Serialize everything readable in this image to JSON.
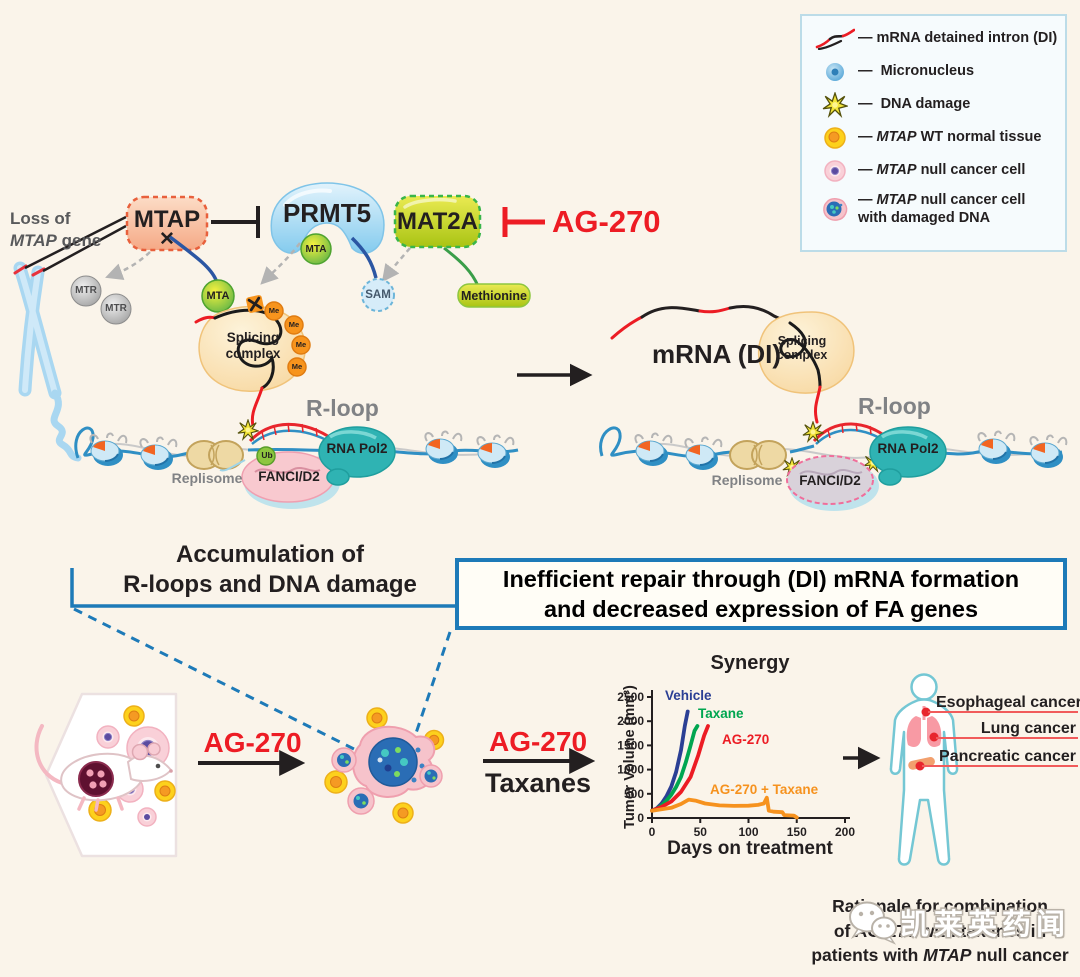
{
  "legend": {
    "items": [
      {
        "icon": "mrna-di-icon",
        "dash": "—",
        "italic": "",
        "text": "mRNA detained intron (DI)"
      },
      {
        "icon": "micronucleus-icon",
        "dash": "—",
        "italic": "",
        "text": "Micronucleus"
      },
      {
        "icon": "dna-damage-icon",
        "dash": "—",
        "italic": "",
        "text": "DNA damage"
      },
      {
        "icon": "mtap-wt-cell-icon",
        "dash": "—",
        "italic": "MTAP",
        "text": " WT normal tissue"
      },
      {
        "icon": "mtap-null-cell-icon",
        "dash": "—",
        "italic": "MTAP",
        "text": " null cancer cell"
      },
      {
        "icon": "mtap-null-damaged-cell-icon",
        "dash": "—",
        "italic": "MTAP",
        "text": " null cancer cell\nwith damaged DNA"
      }
    ]
  },
  "pathway": {
    "loss_line1": "Loss of",
    "loss_italic": "MTAP",
    "loss_rest": " gene",
    "mtap": "MTAP",
    "mtap_x": "✕",
    "prmt5": "PRMT5",
    "mat2a": "MAT2A",
    "ag270": "AG-270",
    "mtr": "MTR",
    "mta": "MTA",
    "sam": "SAM",
    "methionine": "Methionine",
    "splicing_complex": "Splicing\ncomplex",
    "me": "Me",
    "x_mark": "✕",
    "r_loop": "R-loop",
    "replisome": "Replisome",
    "fanci": "FANCI/D2",
    "ub": "Ub",
    "rna_pol2": "RNA Pol2",
    "mrna_di": "mRNA (DI)"
  },
  "middle": {
    "accumulation": "Accumulation of\nR-loops and DNA damage",
    "inefficient": "Inefficient repair through (DI) mRNA formation\nand decreased expression of FA genes"
  },
  "bottom": {
    "ag270_arrow1": "AG-270",
    "ag270_arrow2": "AG-270",
    "taxanes": "Taxanes",
    "rationale_line1": "Rationale for combination",
    "rationale_line2": "of AG-270 with taxanes in",
    "rationale_line3_pre": "patients with ",
    "rationale_line3_italic": "MTAP",
    "rationale_line3_post": " null cancer",
    "cancers": [
      "Esophageal cancer",
      "Lung cancer",
      "Pancreatic cancer"
    ],
    "watermark": "凯莱英药闻"
  },
  "chart_data": {
    "type": "line",
    "title": "Synergy",
    "xlabel": "Days on treatment",
    "ylabel": "Tumor Volume (mm³)",
    "xlim": [
      0,
      200
    ],
    "ylim": [
      0,
      2500
    ],
    "xticks": [
      0,
      50,
      100,
      150,
      200
    ],
    "yticks": [
      0,
      500,
      1000,
      1500,
      2000,
      2500
    ],
    "grid": false,
    "legend_position": "inline",
    "series": [
      {
        "name": "Vehicle",
        "color": "#2b3f94",
        "x": [
          0,
          5,
          10,
          15,
          20,
          25,
          30,
          34,
          37
        ],
        "y": [
          150,
          200,
          300,
          450,
          650,
          950,
          1400,
          1900,
          2200
        ]
      },
      {
        "name": "Taxane",
        "color": "#00a650",
        "x": [
          0,
          5,
          10,
          15,
          20,
          25,
          30,
          35,
          40,
          44,
          47
        ],
        "y": [
          150,
          190,
          260,
          360,
          480,
          640,
          850,
          1150,
          1500,
          1800,
          1900
        ]
      },
      {
        "name": "AG-270",
        "color": "#ec1c24",
        "x": [
          0,
          10,
          20,
          30,
          40,
          48,
          54,
          58
        ],
        "y": [
          150,
          230,
          340,
          540,
          850,
          1300,
          1700,
          1900
        ]
      },
      {
        "name": "AG-270 + Taxane",
        "color": "#f6921e",
        "x": [
          0,
          10,
          20,
          30,
          38,
          45,
          55,
          70,
          85,
          100,
          110,
          116,
          119,
          121,
          126,
          135,
          137,
          147,
          150
        ],
        "y": [
          150,
          180,
          210,
          290,
          380,
          360,
          300,
          260,
          250,
          255,
          270,
          300,
          420,
          150,
          130,
          120,
          60,
          50,
          10
        ]
      }
    ]
  }
}
